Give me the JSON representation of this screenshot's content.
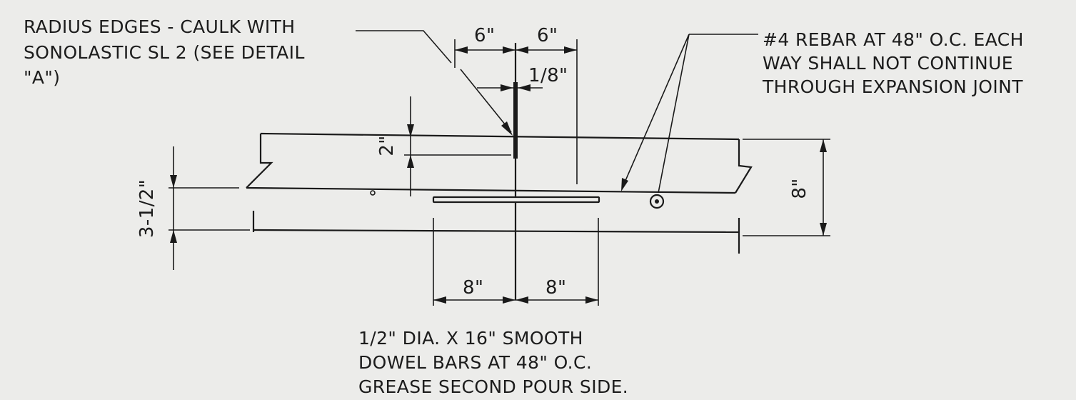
{
  "notes": {
    "caulk": [
      "RADIUS EDGES - CAULK WITH",
      "SONOLASTIC SL 2 (SEE DETAIL",
      "\"A\")"
    ],
    "rebar": [
      "#4 REBAR AT 48\" O.C. EACH",
      "WAY SHALL NOT CONTINUE",
      "THROUGH EXPANSION JOINT"
    ],
    "dowel": [
      "1/2\" DIA. X 16\" SMOOTH",
      "DOWEL BARS AT 48\" O.C.",
      "GREASE SECOND POUR SIDE."
    ]
  },
  "dims": {
    "top_left": "6\"",
    "top_right": "6\"",
    "joint_width": "1/8\"",
    "joint_depth": "2\"",
    "dowel_height": "3-1/2\"",
    "slab_thickness": "8\"",
    "bottom_left": "8\"",
    "bottom_right": "8\""
  }
}
